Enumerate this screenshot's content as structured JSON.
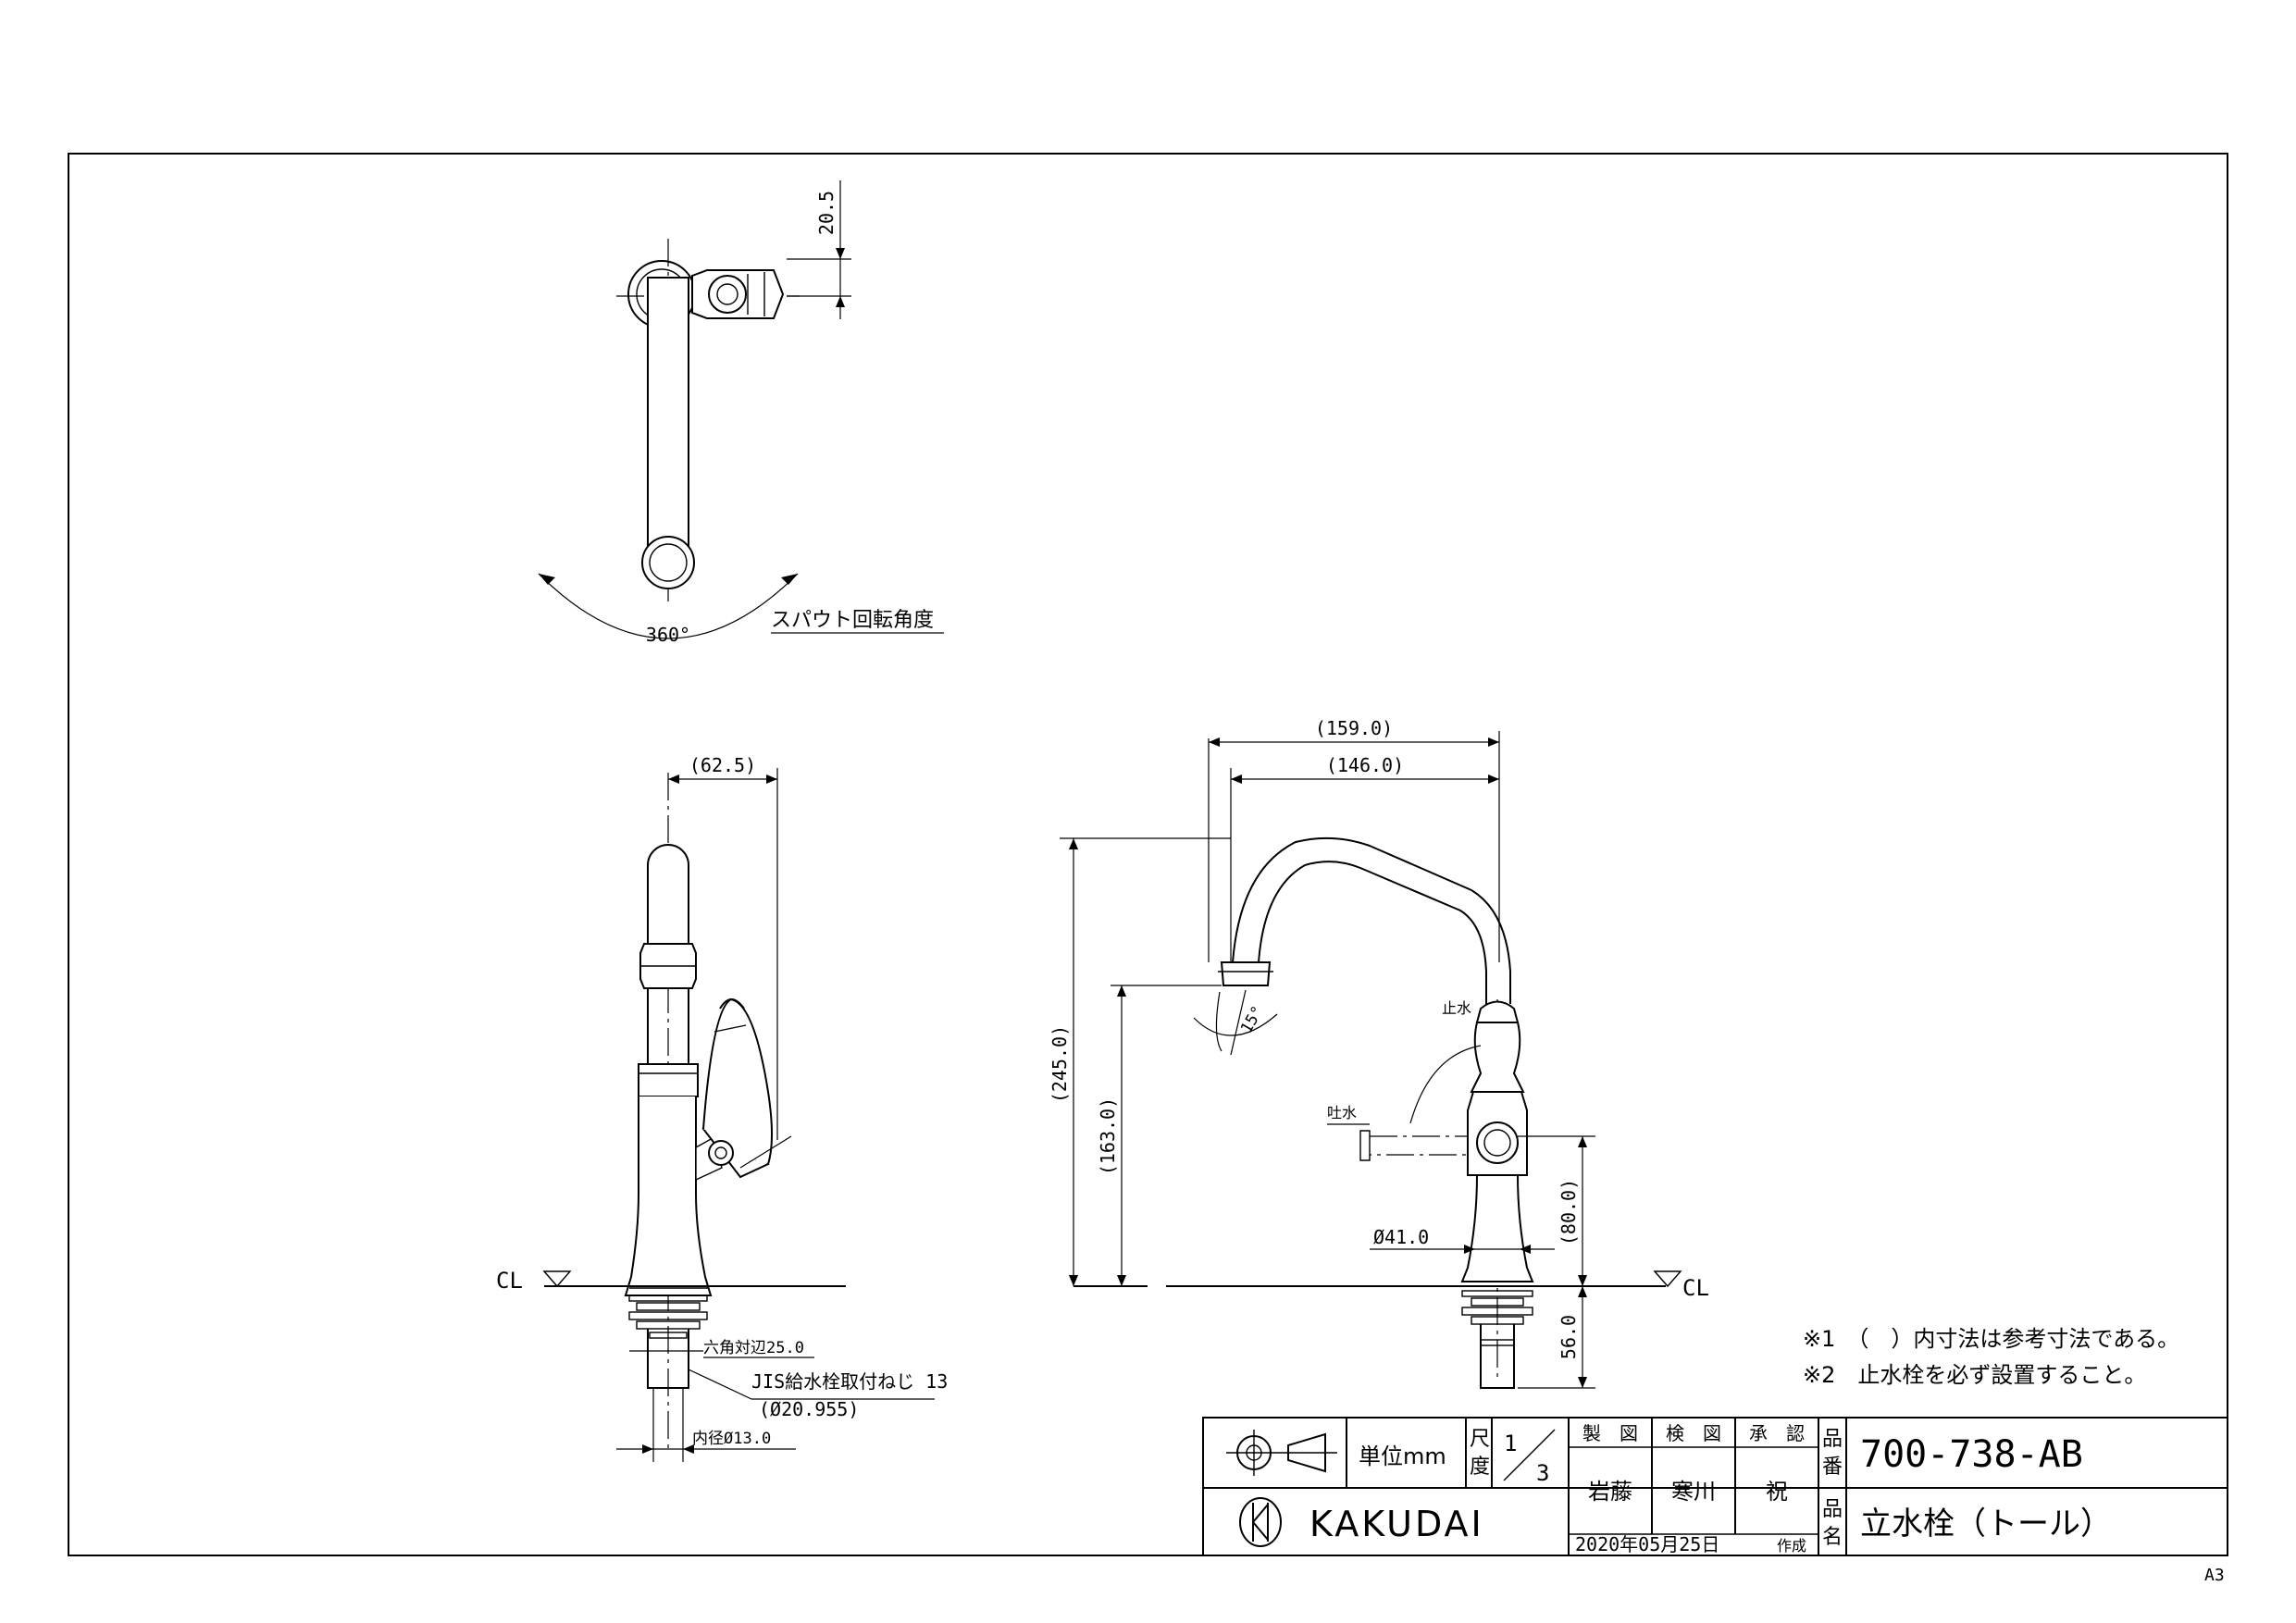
{
  "top_view": {
    "dim_width": "20.5",
    "rotation_angle": "360°",
    "rotation_label": "スパウト回転角度"
  },
  "side_view": {
    "dim_depth": "(62.5)",
    "cl_label": "CL",
    "hex_label": "六角対辺25.0",
    "thread_label": "JIS給水栓取付ねじ 13",
    "thread_dia": "(Ø20.955)",
    "inner_dia": "内径Ø13.0"
  },
  "front_view": {
    "dim_reach_outer": "(159.0)",
    "dim_reach_inner": "(146.0)",
    "dim_height_total": "(245.0)",
    "dim_height_spout": "(163.0)",
    "dim_handle_height": "(80.0)",
    "dim_body_dia": "Ø41.0",
    "dim_shank": "56.0",
    "spout_angle": "15°",
    "label_stop": "止水",
    "label_flow": "吐水",
    "cl_label": "CL"
  },
  "notes": [
    "※1　（　）内寸法は参考寸法である。",
    "※2　止水栓を必ず設置すること。"
  ],
  "title_block": {
    "unit_label": "単位mm",
    "scale_label_1": "尺",
    "scale_label_2": "度",
    "scale_num": "1",
    "scale_den": "3",
    "col_design": "製　図",
    "col_check": "検　図",
    "col_approve": "承　認",
    "name_design": "岩藤",
    "name_check": "寒川",
    "name_approve": "祝",
    "part_no_label_1": "品",
    "part_no_label_2": "番",
    "part_no": "700-738-AB",
    "part_name_label_1": "品",
    "part_name_label_2": "名",
    "part_name": "立水栓（トール）",
    "brand": "KAKUDAI",
    "date": "2020年05月25日",
    "date_suffix": "作成"
  },
  "sheet_size": "A3"
}
